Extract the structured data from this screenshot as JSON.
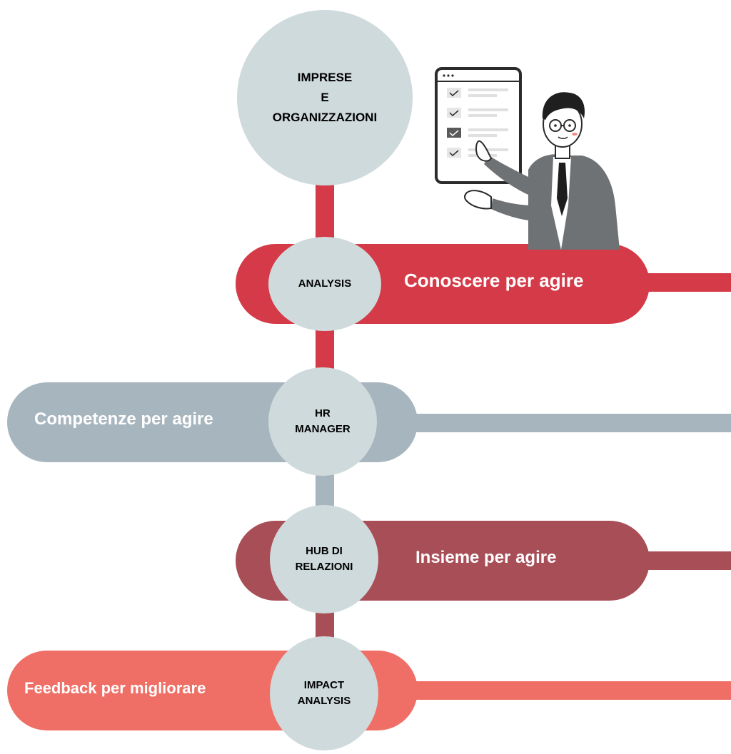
{
  "colors": {
    "circle": "#cfdadc",
    "red": "#d43a47",
    "gray": "#a7b5be",
    "maroon": "#a84e57",
    "salmon": "#ef6f66"
  },
  "top": {
    "line1": "IMPRESE",
    "line2": "E",
    "line3": "ORGANIZZAZIONI"
  },
  "illustration": {
    "icon": "businessman-pointing-at-checklist-icon"
  },
  "steps": [
    {
      "node_line1": "ANALYSIS",
      "node_line2": "",
      "label": "Conoscere per agire",
      "color": "red"
    },
    {
      "node_line1": "HR",
      "node_line2": "MANAGER",
      "label": "Competenze per agire",
      "color": "gray"
    },
    {
      "node_line1": "HUB DI",
      "node_line2": "RELAZIONI",
      "label": "Insieme per agire",
      "color": "maroon"
    },
    {
      "node_line1": "IMPACT",
      "node_line2": "ANALYSIS",
      "label": "Feedback per migliorare",
      "color": "salmon"
    }
  ]
}
